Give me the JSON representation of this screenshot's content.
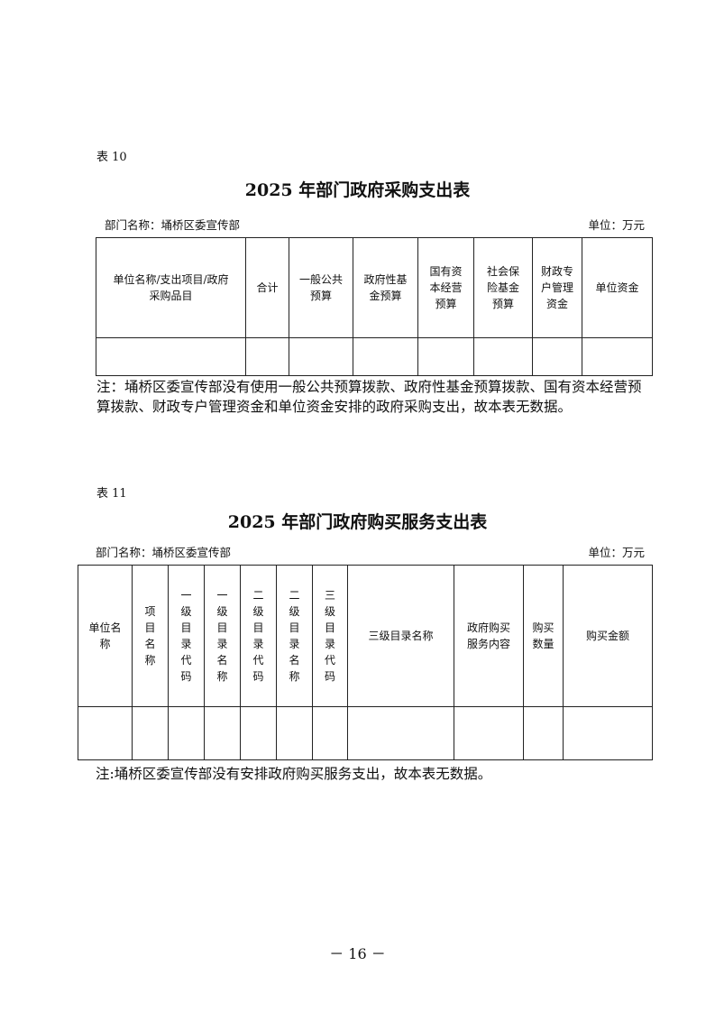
{
  "table10": {
    "label": "表 10",
    "title": "2025 年部门政府采购支出表",
    "dept": "部门名称：埇桥区委宣传部",
    "unit": "单位：万元",
    "headers": [
      "单位名称/支出项目/政府\n采购品目",
      "合计",
      "一般公共\n预算",
      "政府性基\n金预算",
      "国有资\n本经营\n预算",
      "社会保\n险基金\n预算",
      "财政专\n户管理\n资金",
      "单位资金"
    ],
    "note": "注：埇桥区委宣传部没有使用一般公共预算拨款、政府性基金预算拨款、国有资本经营预算拨款、财政专户管理资金和单位资金安排的政府采购支出，故本表无数据。"
  },
  "table11": {
    "label": "表 11",
    "title": "2025 年部门政府购买服务支出表",
    "dept": "部门名称：埇桥区委宣传部",
    "unit": "单位：万元",
    "headers": [
      "单位名\n称",
      "项\n目\n名\n称",
      "一\n级\n目\n录\n代\n码",
      "一\n级\n目\n录\n名\n称",
      "二\n级\n目\n录\n代\n码",
      "二\n级\n目\n录\n名\n称",
      "三\n级\n目\n录\n代\n码",
      "三级目录名称",
      "政府购买\n服务内容",
      "购买\n数量",
      "购买金额"
    ],
    "note": "注:埇桥区委宣传部没有安排政府购买服务支出，故本表无数据。"
  },
  "page_number": "－ 16 －"
}
